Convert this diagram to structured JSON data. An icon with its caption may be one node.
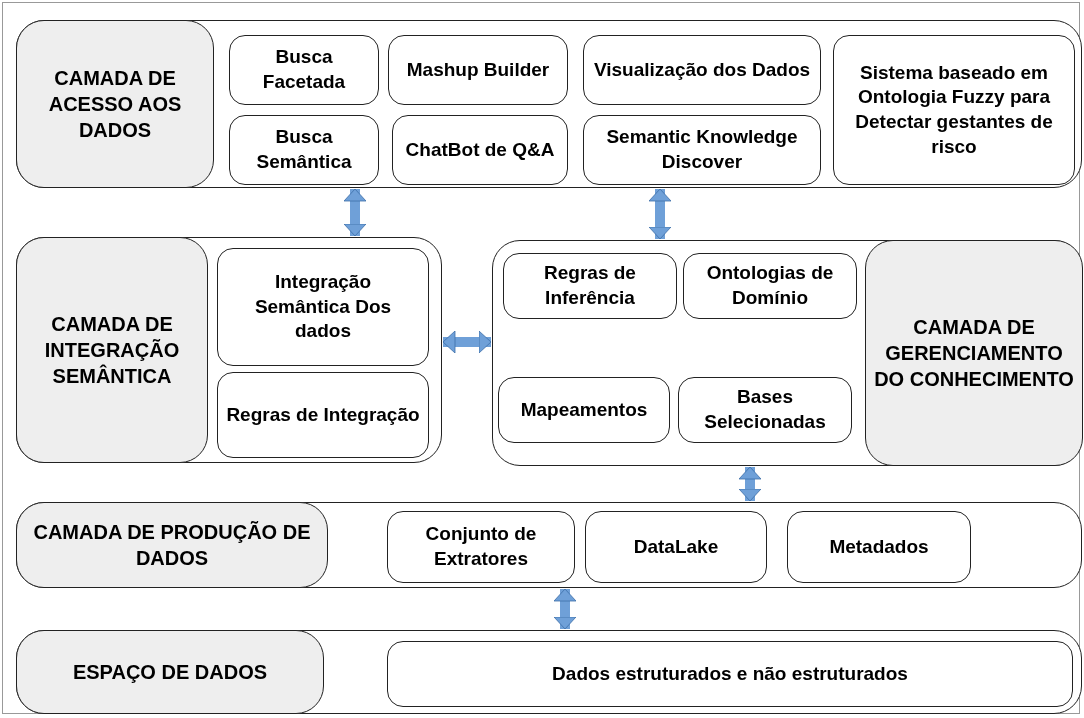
{
  "diagram": {
    "nodes": [
      {
        "text": [
          "CAMADA DE ACESSO AOS DADOS"
        ]
      },
      {
        "text": [
          "Busca Facetada"
        ],
        "in": 0
      },
      {
        "text": [
          "Mashup Builder"
        ],
        "in": 0
      },
      {
        "text": [
          "Visualização dos Dados"
        ],
        "in": 0
      },
      {
        "text": [
          "Busca Semântica"
        ],
        "in": 0
      },
      {
        "text": [
          "ChatBot de Q&A"
        ],
        "in": 0
      },
      {
        "text": [
          "Semantic Knowledge Discover"
        ],
        "in": 0
      },
      {
        "text": [
          "Sistema baseado em Ontologia Fuzzy para Detectar gestantes de risco"
        ],
        "in": 0
      },
      {
        "text": [
          "CAMADA DE INTEGRAÇÃO SEMÂNTICA"
        ]
      },
      {
        "text": [
          "Integração Semântica Dos dados"
        ],
        "in": 8
      },
      {
        "text": [
          "Regras de Integração"
        ],
        "in": 8
      },
      {
        "text": [
          "CAMADA DE GERENCIAMENTO DO CONHECIMENTO"
        ]
      },
      {
        "text": [
          "Regras de Inferência"
        ],
        "in": 11
      },
      {
        "text": [
          "Ontologias de Domínio"
        ],
        "in": 11
      },
      {
        "text": [
          "Mapeamentos"
        ],
        "in": 11
      },
      {
        "text": [
          "Bases Selecionadas"
        ],
        "in": 11
      },
      {
        "text": [
          "CAMADA DE PRODUÇÃO DE DADOS"
        ]
      },
      {
        "text": [
          "Conjunto de Extratores"
        ],
        "in": 16
      },
      {
        "text": [
          "DataLake"
        ],
        "in": 16
      },
      {
        "text": [
          "Metadados"
        ],
        "in": 16
      },
      {
        "text": [
          "ESPAÇO DE DADOS"
        ]
      },
      {
        "text": [
          "Dados estruturados e não estruturados"
        ],
        "in": 20
      }
    ],
    "edges": [
      {
        "from": 0,
        "to": 8,
        "arrow": "both"
      },
      {
        "from": 0,
        "to": 11,
        "arrow": "both"
      },
      {
        "from": 8,
        "to": 11,
        "arrow": "both"
      },
      {
        "from": 11,
        "to": 16,
        "arrow": "both"
      },
      {
        "from": 16,
        "to": 20,
        "arrow": "both"
      }
    ]
  }
}
